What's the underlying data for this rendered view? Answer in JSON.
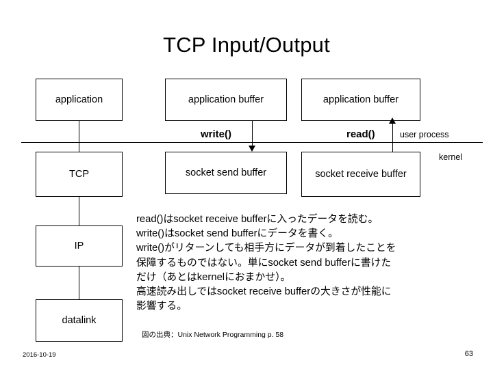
{
  "slide": {
    "title": "TCP Input/Output",
    "background_color": "#ffffff",
    "line_color": "#000000"
  },
  "diagram": {
    "boxes": [
      {
        "id": "application",
        "label": "application",
        "column": "left",
        "row": "user"
      },
      {
        "id": "tcp",
        "label": "TCP",
        "column": "left",
        "row": "kernel"
      },
      {
        "id": "ip",
        "label": "IP",
        "column": "left",
        "row": "kernel"
      },
      {
        "id": "datalink",
        "label": "datalink",
        "column": "left",
        "row": "kernel"
      },
      {
        "id": "application-buffer-send",
        "label": "application buffer",
        "column": "middle",
        "row": "user"
      },
      {
        "id": "socket-send-buffer",
        "label": "socket send buffer",
        "column": "middle",
        "row": "kernel"
      },
      {
        "id": "application-buffer-recv",
        "label": "application buffer",
        "column": "right",
        "row": "user"
      },
      {
        "id": "socket-receive-buffer",
        "label": "socket receive buffer",
        "column": "right",
        "row": "kernel"
      }
    ],
    "call_labels": [
      {
        "id": "write",
        "label": "write()",
        "arrow_direction": "down"
      },
      {
        "id": "read",
        "label": "read()",
        "arrow_direction": "up"
      }
    ],
    "zone_labels": [
      {
        "id": "user-process",
        "label": "user process"
      },
      {
        "id": "kernel",
        "label": "kernel"
      }
    ]
  },
  "notes": {
    "text": "read()はsocket receive bufferに入ったデータを読む。\nwrite()はsocket send bufferにデータを書く。\nwrite()がリターンしても相手方にデータが到着したことを\n保障するものではない。単にsocket send bufferに書けた\nだけ（あとはkernelにおまかせ）。\n高速読み出しではsocket receive bufferの大きさが性能に\n影響する。"
  },
  "source": {
    "text": "図の出典：Unix Network Programming p. 58"
  },
  "footer": {
    "date": "2016-10-19",
    "page_number": "63"
  }
}
